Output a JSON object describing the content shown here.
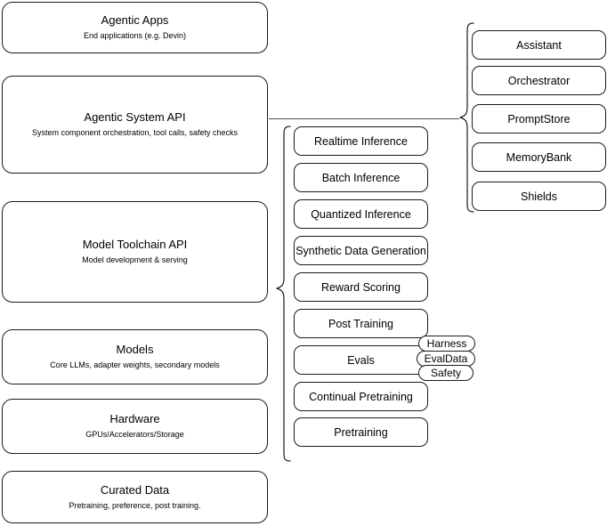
{
  "diagram": {
    "title": "AI Stack Layers Diagram",
    "colors": {
      "box_border": "#1a1a1a",
      "connector": "#4d4d4d",
      "background": "#ffffff",
      "text": "#000000"
    },
    "stack_layers": [
      {
        "title": "Agentic Apps",
        "subtitle": "End applications (e.g. Devin)"
      },
      {
        "title": "Agentic System API",
        "subtitle": "System component orchestration, tool calls, safety checks"
      },
      {
        "title": "Model Toolchain API",
        "subtitle": "Model development & serving"
      },
      {
        "title": "Models",
        "subtitle": "Core LLMs, adapter weights, secondary models"
      },
      {
        "title": "Hardware",
        "subtitle": "GPUs/Accelerators/Storage"
      },
      {
        "title": "Curated Data",
        "subtitle": "Pretraining, preference, post training."
      }
    ],
    "toolchain_capabilities": [
      {
        "label": "Realtime Inference"
      },
      {
        "label": "Batch Inference"
      },
      {
        "label": "Quantized Inference"
      },
      {
        "label": "Synthetic Data Generation"
      },
      {
        "label": "Reward Scoring"
      },
      {
        "label": "Post Training"
      },
      {
        "label": "Evals"
      },
      {
        "label": "Continual Pretraining"
      },
      {
        "label": "Pretraining"
      }
    ],
    "evals_tags": [
      {
        "label": "Harness"
      },
      {
        "label": "EvalData"
      },
      {
        "label": "Safety"
      }
    ],
    "agentic_components": [
      {
        "label": "Assistant"
      },
      {
        "label": "Orchestrator"
      },
      {
        "label": "PromptStore"
      },
      {
        "label": "MemoryBank"
      },
      {
        "label": "Shields"
      }
    ]
  }
}
